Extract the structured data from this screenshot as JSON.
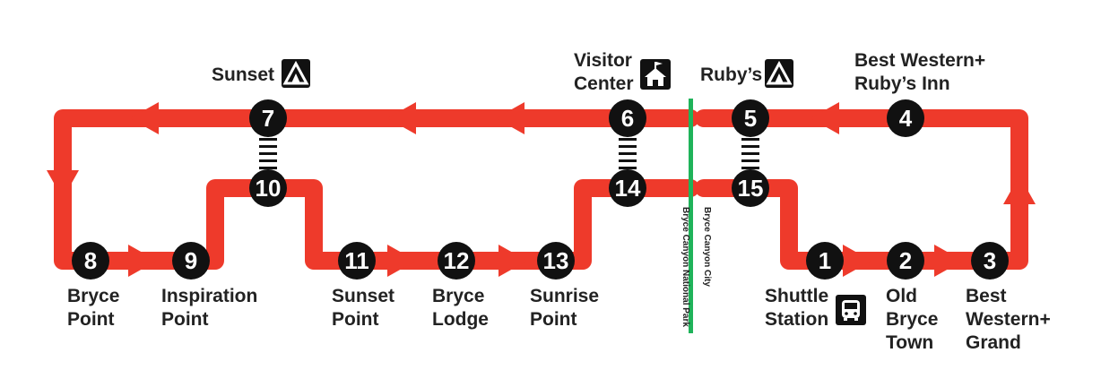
{
  "colors": {
    "route": "#ee3a2b",
    "stop": "#111111",
    "stop_text": "#ffffff",
    "label": "#222222",
    "boundary": "#1fb35a"
  },
  "stops": [
    {
      "number": "1",
      "label": [
        "Shuttle",
        "Station"
      ]
    },
    {
      "number": "2",
      "label": [
        "Old",
        "Bryce",
        "Town"
      ]
    },
    {
      "number": "3",
      "label": [
        "Best",
        "Western+",
        "Grand"
      ]
    },
    {
      "number": "4",
      "label": [
        "Best Western+",
        "Ruby’s Inn"
      ]
    },
    {
      "number": "5",
      "label": [
        "Ruby’s"
      ]
    },
    {
      "number": "6",
      "label": [
        "Visitor",
        "Center"
      ]
    },
    {
      "number": "7",
      "label": [
        "Sunset"
      ]
    },
    {
      "number": "8",
      "label": [
        "Bryce",
        "Point"
      ]
    },
    {
      "number": "9",
      "label": [
        "Inspiration",
        "Point"
      ]
    },
    {
      "number": "10",
      "label": []
    },
    {
      "number": "11",
      "label": [
        "Sunset",
        "Point"
      ]
    },
    {
      "number": "12",
      "label": [
        "Bryce",
        "Lodge"
      ]
    },
    {
      "number": "13",
      "label": [
        "Sunrise",
        "Point"
      ]
    },
    {
      "number": "14",
      "label": []
    },
    {
      "number": "15",
      "label": []
    }
  ],
  "icons": [
    {
      "name": "campground-icon-sunset",
      "type": "campground"
    },
    {
      "name": "visitor-center-icon",
      "type": "visitor-center"
    },
    {
      "name": "campground-icon-rubys",
      "type": "campground"
    },
    {
      "name": "shuttle-station-icon",
      "type": "bus"
    }
  ],
  "boundary": {
    "left_label": "Bryce Canyon National Park",
    "right_label": "Bryce Canyon City"
  }
}
